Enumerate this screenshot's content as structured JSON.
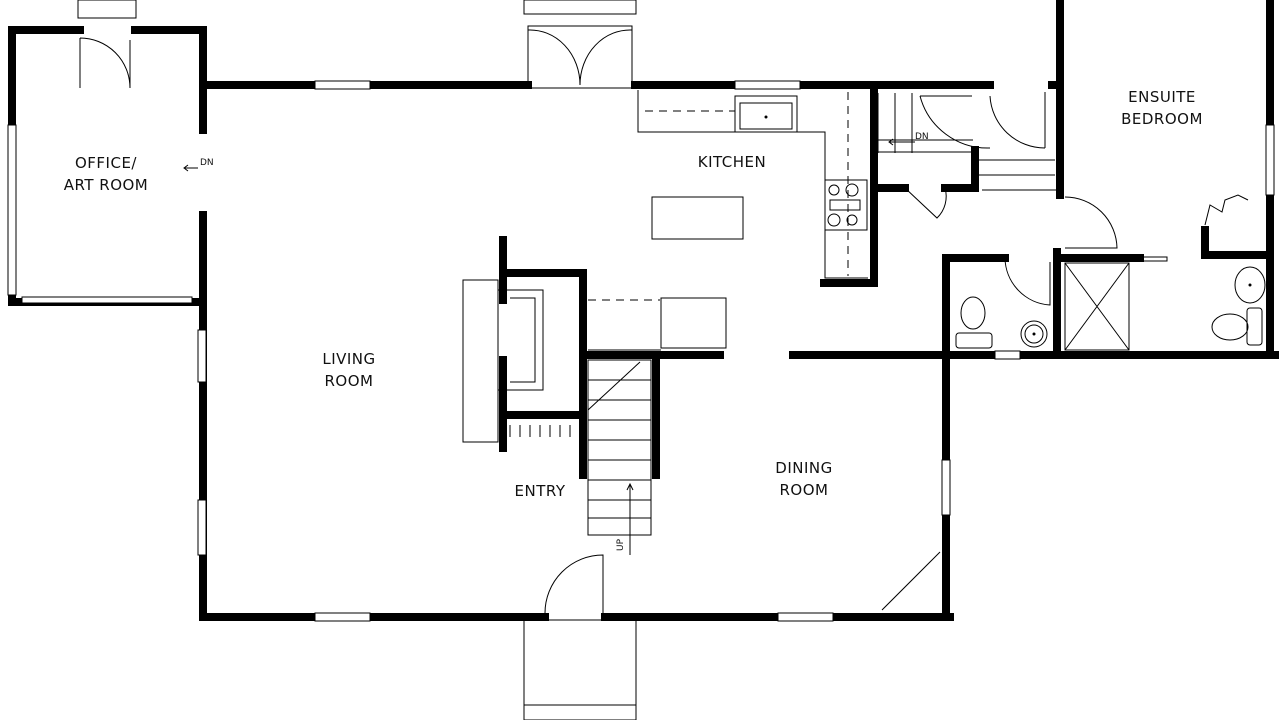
{
  "rooms": {
    "office": "OFFICE/",
    "office_line2": "ART ROOM",
    "kitchen": "KITCHEN",
    "ensuite": "ENSUITE",
    "ensuite_line2": "BEDROOM",
    "living": "LIVING",
    "living_line2": "ROOM",
    "entry": "ENTRY",
    "dining": "DINING",
    "dining_line2": "ROOM"
  },
  "annotations": {
    "office_dn": "DN",
    "hall_dn": "DN",
    "stair_up": "UP"
  }
}
